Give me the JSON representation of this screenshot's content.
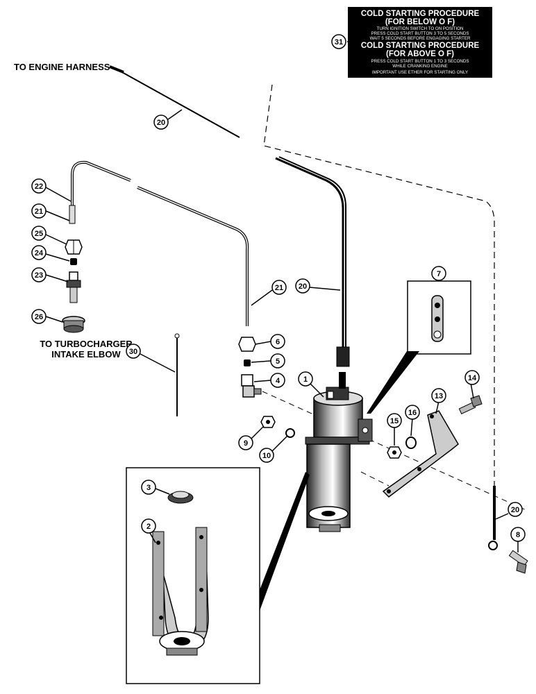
{
  "labels": {
    "engine_harness": "TO ENGINE HARNESS",
    "turbo_line1": "TO TURBOCHARGER",
    "turbo_line2": "INTAKE ELBOW"
  },
  "decal": {
    "title1a": "COLD STARTING PROCEDURE",
    "title1b": "(FOR BELOW O F)",
    "body1a": "TURN IGNITION SWITCH TO ON POSITION",
    "body1b": "PRESS COLD START BUTTON 3 TO 5 SECONDS",
    "body1c": "WAIT 5 SECONDS BEFORE ENGAGING STARTER",
    "title2a": "COLD STARTING PROCEDURE",
    "title2b": "(FOR ABOVE O F)",
    "body2a": "PRESS COLD START BUTTON 1 TO 3 SECONDS",
    "body2b": "WHILE CRANKING ENGINE",
    "body2c": "IMPORTANT  USE ETHER FOR STARTING ONLY"
  },
  "callouts": {
    "c31": "31",
    "c20a": "20",
    "c22": "22",
    "c21a": "21",
    "c25": "25",
    "c24": "24",
    "c23": "23",
    "c26": "26",
    "c30": "30",
    "c21b": "21",
    "c20b": "20",
    "c7": "7",
    "c6": "6",
    "c5": "5",
    "c4": "4",
    "c1": "1",
    "c14": "14",
    "c13": "13",
    "c15": "15",
    "c16": "16",
    "c9": "9",
    "c10": "10",
    "c3": "3",
    "c2": "2",
    "c20c": "20",
    "c8": "8"
  }
}
